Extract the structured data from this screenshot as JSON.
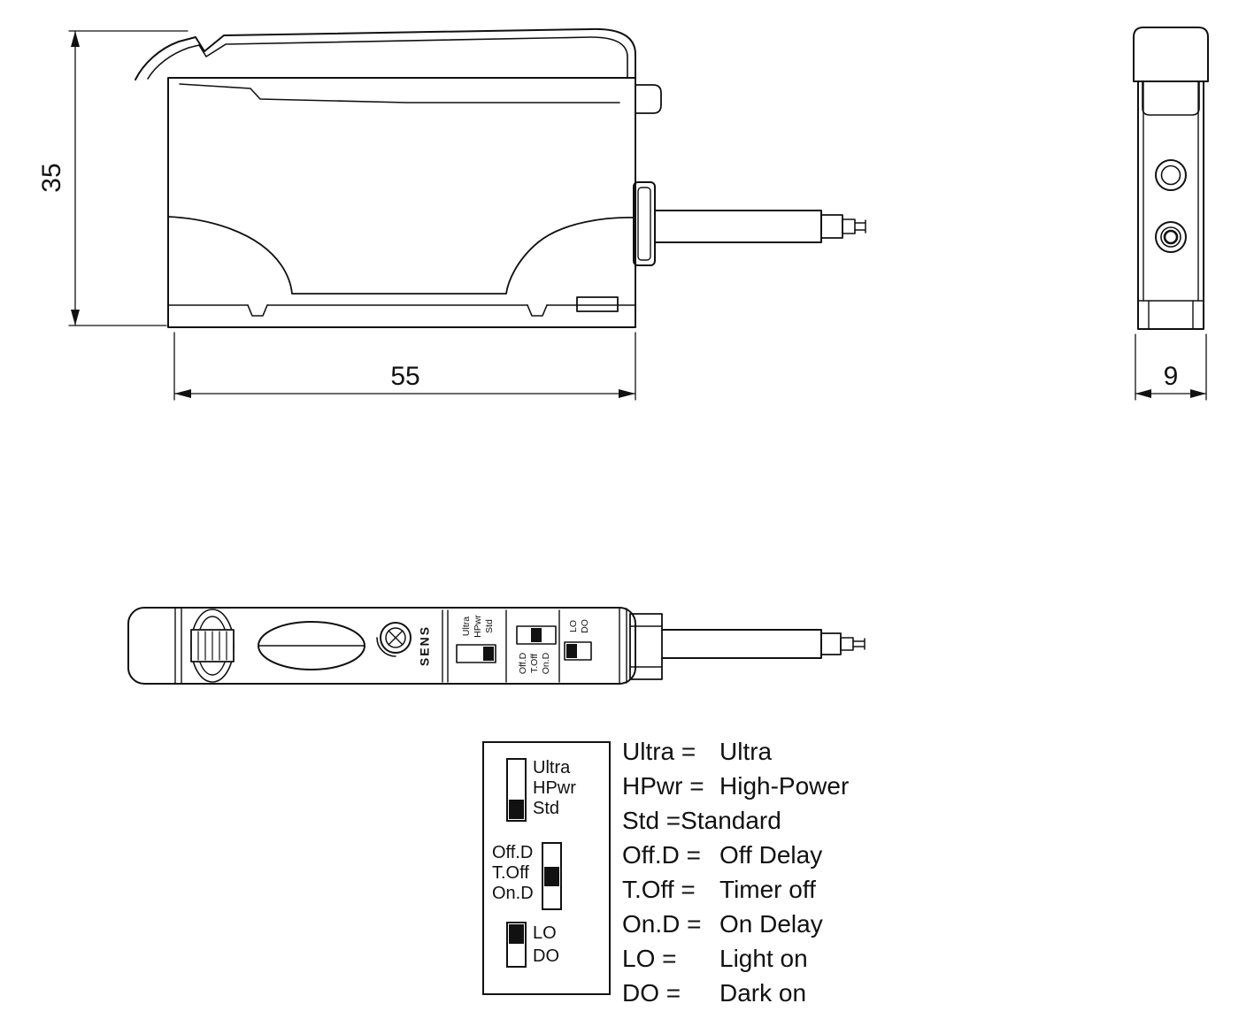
{
  "dimensions": {
    "height": "35",
    "width": "55",
    "depth": "9"
  },
  "device": {
    "sens_label": "SENS",
    "power_switch": {
      "labels": [
        "Ultra",
        "HPwr",
        "Std"
      ],
      "selected": "Std"
    },
    "timer_switch": {
      "labels": [
        "Off.D",
        "T.Off",
        "On.D"
      ],
      "selected": "T.Off"
    },
    "output_switch": {
      "labels": [
        "LO",
        "DO"
      ],
      "selected": "LO"
    }
  },
  "legend": {
    "rows": [
      {
        "term": "Ultra =",
        "definition": "Ultra"
      },
      {
        "term": "HPwr =",
        "definition": "High-Power"
      },
      {
        "term": "Std =",
        "definition": "Standard"
      },
      {
        "term": "Off.D =",
        "definition": "Off Delay"
      },
      {
        "term": "T.Off =",
        "definition": "Timer off"
      },
      {
        "term": "On.D =",
        "definition": "On Delay"
      },
      {
        "term": "LO =",
        "definition": "Light on"
      },
      {
        "term": "DO =",
        "definition": "Dark on"
      }
    ]
  },
  "colors": {
    "line": "#111111",
    "background": "#ffffff"
  }
}
